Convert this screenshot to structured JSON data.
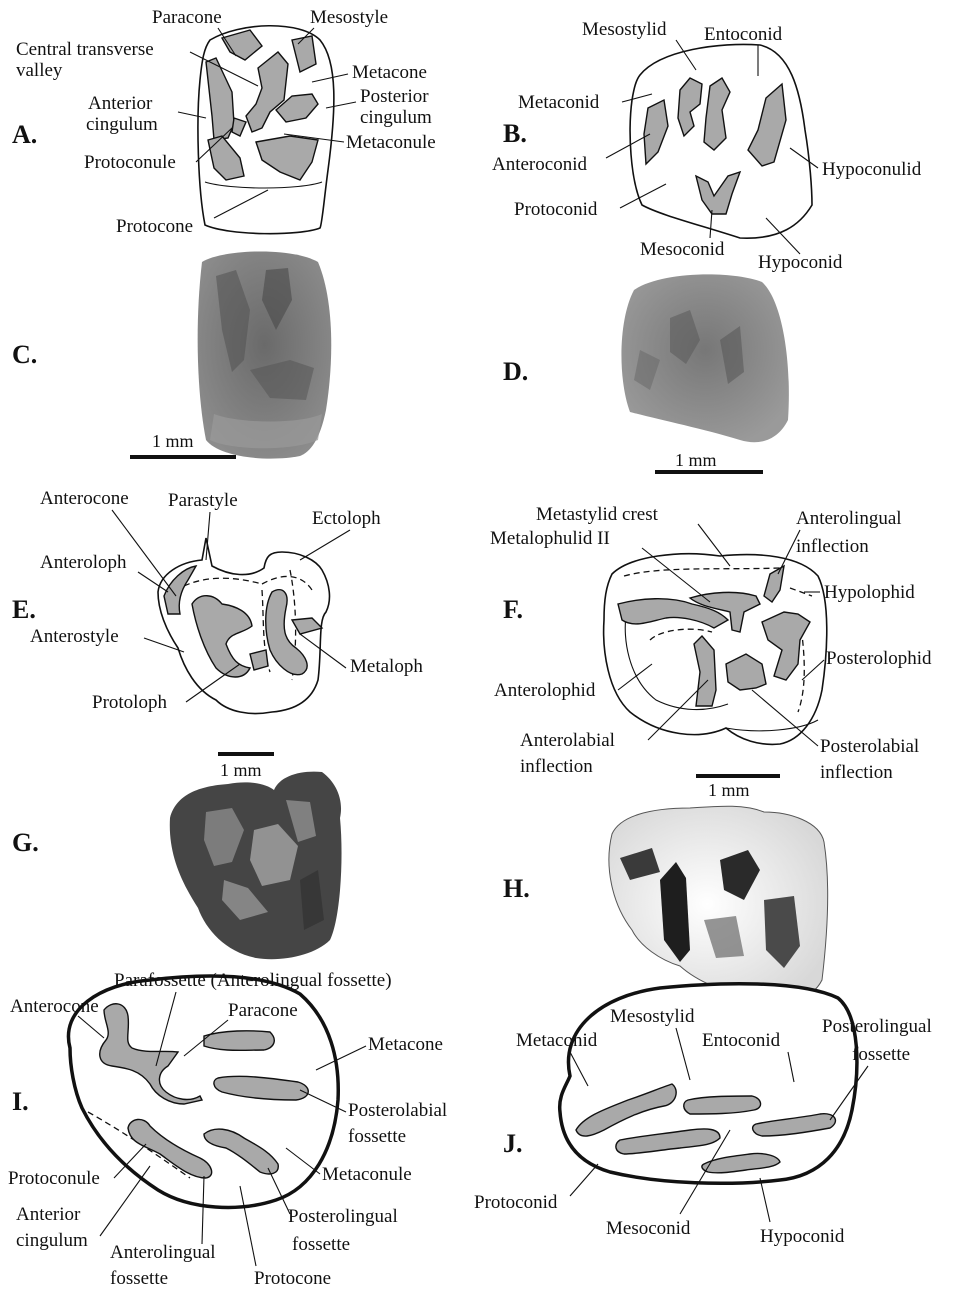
{
  "panels": {
    "A": {
      "letter": "A.",
      "labels": {
        "paracone": "Paracone",
        "mesostyle": "Mesostyle",
        "central_transverse_1": "Central transverse",
        "central_transverse_2": "valley",
        "metacone": "Metacone",
        "anterior_1": "Anterior",
        "anterior_2": "cingulum",
        "posterior_1": "Posterior",
        "posterior_2": "cingulum",
        "metaconule": "Metaconule",
        "protoconule": "Protoconule",
        "protocone": "Protocone"
      }
    },
    "B": {
      "letter": "B.",
      "labels": {
        "mesostylid": "Mesostylid",
        "entoconid": "Entoconid",
        "metaconid": "Metaconid",
        "anteroconid": "Anteroconid",
        "hypoconulid": "Hypoconulid",
        "protoconid": "Protoconid",
        "mesoconid": "Mesoconid",
        "hypoconid": "Hypoconid"
      }
    },
    "C": {
      "letter": "C.",
      "scale": "1 mm"
    },
    "D": {
      "letter": "D.",
      "scale": "1 mm"
    },
    "E": {
      "letter": "E.",
      "scale": "1 mm",
      "labels": {
        "anterocone": "Anterocone",
        "parastyle": "Parastyle",
        "ectoloph": "Ectoloph",
        "anteroloph": "Anteroloph",
        "anterostyle": "Anterostyle",
        "metaloph": "Metaloph",
        "protoloph": "Protoloph"
      }
    },
    "F": {
      "letter": "F.",
      "scale": "1 mm",
      "labels": {
        "metastylid_crest": "Metastylid crest",
        "metalophulid_ii": "Metalophulid II",
        "anterolingual_1": "Anterolingual",
        "anterolingual_2": "inflection",
        "hypolophid": "Hypolophid",
        "posterolophid": "Posterolophid",
        "anterolophid": "Anterolophid",
        "anterolabial_1": "Anterolabial",
        "anterolabial_2": "inflection",
        "posterolabial_1": "Posterolabial",
        "posterolabial_2": "inflection"
      }
    },
    "G": {
      "letter": "G."
    },
    "H": {
      "letter": "H."
    },
    "I": {
      "letter": "I.",
      "labels": {
        "parafossette": "Parafossette (Anterolingual fossette)",
        "anterocone": "Anterocone",
        "paracone": "Paracone",
        "metacone": "Metacone",
        "posterolabial_1": "Posterolabial",
        "posterolabial_2": "fossette",
        "protoconule": "Protoconule",
        "metaconule": "Metaconule",
        "anterior_1": "Anterior",
        "anterior_2": "cingulum",
        "posterolingual_1": "Posterolingual",
        "posterolingual_2": "fossette",
        "anterolingual_1": "Anterolingual",
        "anterolingual_2": "fossette",
        "protocone": "Protocone"
      }
    },
    "J": {
      "letter": "J.",
      "labels": {
        "mesostylid": "Mesostylid",
        "metaconid": "Metaconid",
        "entoconid": "Entoconid",
        "posterolingual_1": "Posterolingual",
        "posterolingual_2": "fossette",
        "protoconid": "Protoconid",
        "mesoconid": "Mesoconid",
        "hypoconid": "Hypoconid"
      }
    }
  },
  "colors": {
    "enamel_fill": "#a9a9a9",
    "line": "#111111",
    "photo_dark": "#4a4a4a",
    "photo_light": "#8a8a8a"
  }
}
